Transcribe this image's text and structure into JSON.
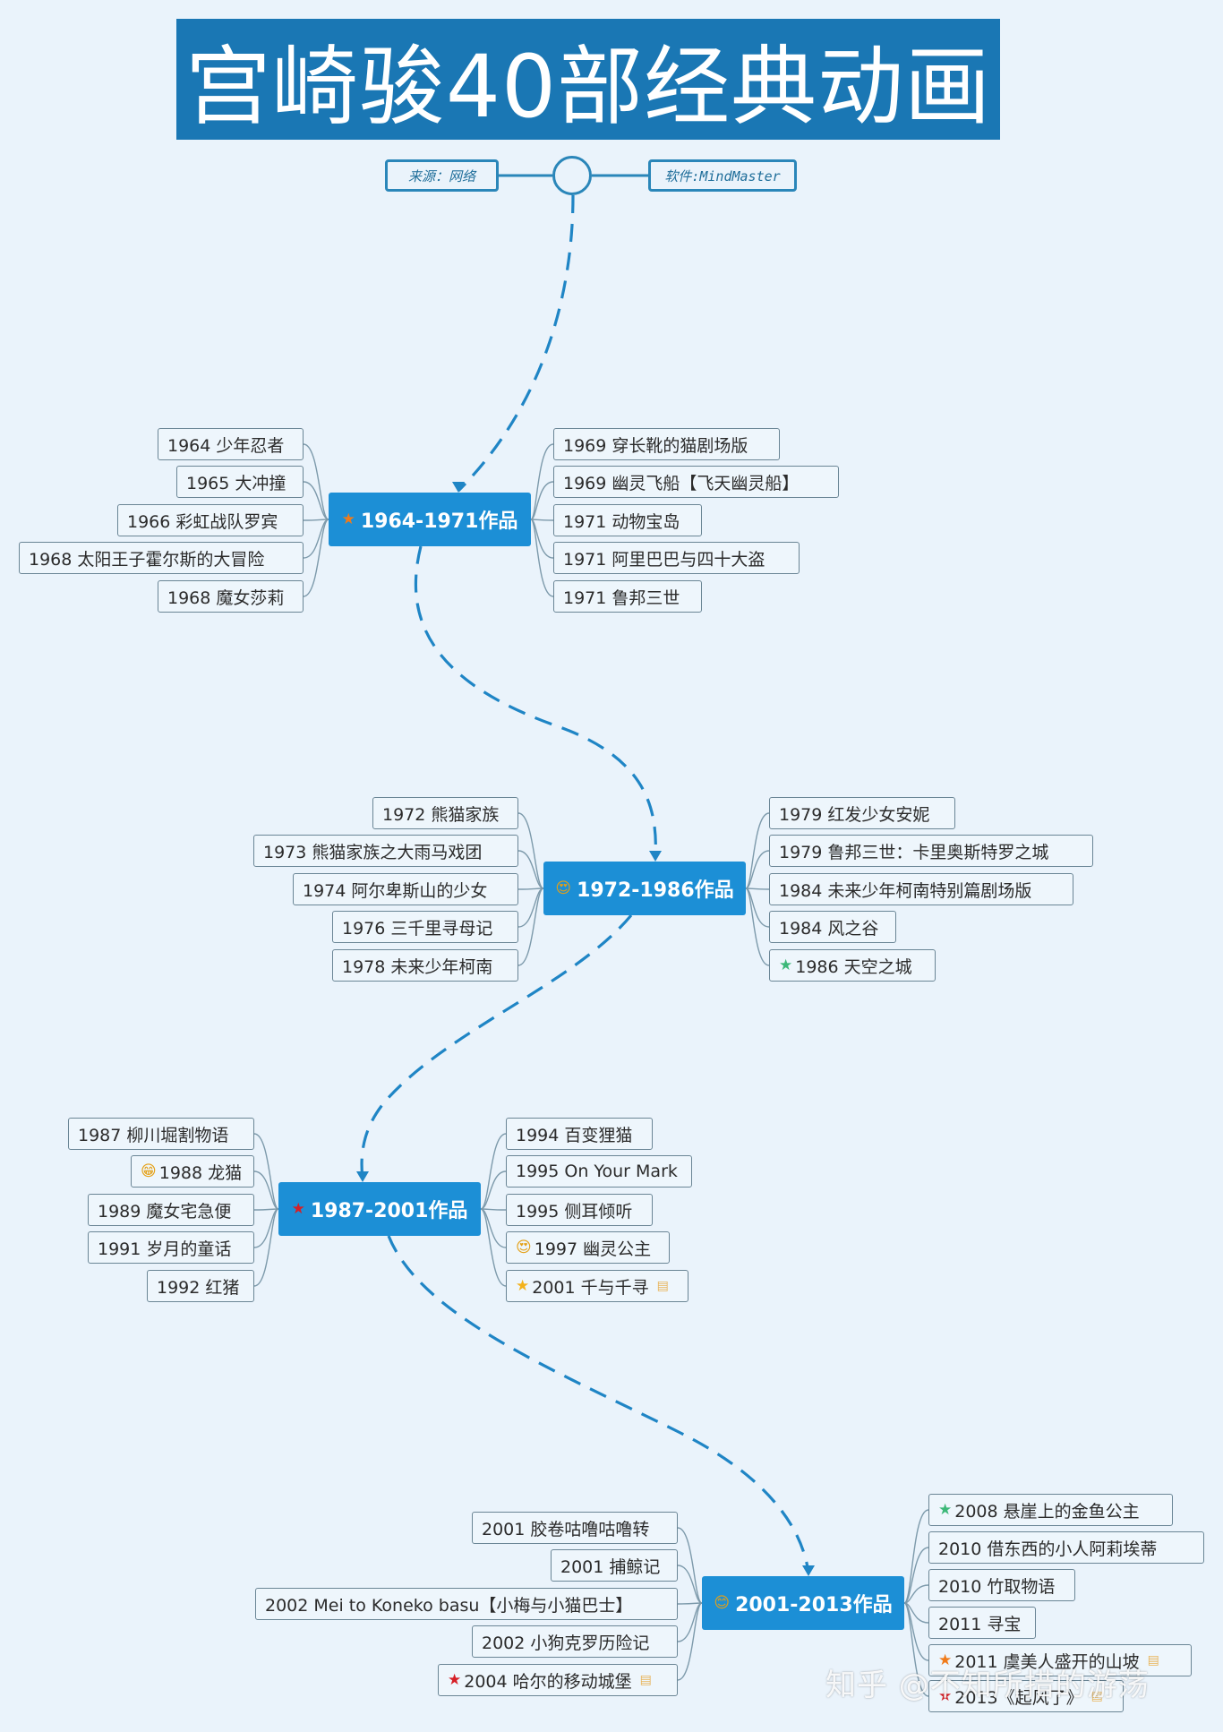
{
  "title": "宫崎骏40部经典动画",
  "meta": {
    "source": "来源：网络",
    "software": "软件:MindMaster"
  },
  "watermark": "知乎 @不知所措的游荡",
  "periods": [
    {
      "label": "1964-1971作品",
      "icon": "star-icon",
      "icon_color": "#f07b1a",
      "left": [
        {
          "text": "1964 少年忍者"
        },
        {
          "text": "1965 大冲撞"
        },
        {
          "text": "1966 彩虹战队罗宾"
        },
        {
          "text": "1968 太阳王子霍尔斯的大冒险"
        },
        {
          "text": "1968 魔女莎莉"
        }
      ],
      "right": [
        {
          "text": "1969 穿长靴的猫剧场版"
        },
        {
          "text": "1969 幽灵飞船【飞天幽灵船】"
        },
        {
          "text": "1971 动物宝岛"
        },
        {
          "text": "1971 阿里巴巴与四十大盗"
        },
        {
          "text": "1971 鲁邦三世"
        }
      ]
    },
    {
      "label": "1972-1986作品",
      "icon": "heart-eyes-emoji-icon",
      "icon_color": "#e4a016",
      "left": [
        {
          "text": "1972 熊猫家族"
        },
        {
          "text": "1973 熊猫家族之大雨马戏团"
        },
        {
          "text": "1974 阿尔卑斯山的少女"
        },
        {
          "text": "1976 三千里寻母记"
        },
        {
          "text": "1978 未来少年柯南"
        }
      ],
      "right": [
        {
          "text": "1979 红发少女安妮"
        },
        {
          "text": "1979 鲁邦三世：卡里奥斯特罗之城"
        },
        {
          "text": "1984 未来少年柯南特别篇剧场版"
        },
        {
          "text": "1984 风之谷"
        },
        {
          "text": "1986 天空之城",
          "icon": "star-icon",
          "icon_color": "#3cb878"
        }
      ]
    },
    {
      "label": "1987-2001作品",
      "icon": "star-icon",
      "icon_color": "#d61f26",
      "left": [
        {
          "text": "1987 柳川堀割物语"
        },
        {
          "text": "1988 龙猫",
          "icon": "grin-emoji-icon",
          "icon_color": "#e4a016"
        },
        {
          "text": "1989 魔女宅急便"
        },
        {
          "text": "1991 岁月的童话"
        },
        {
          "text": "1992 红猪"
        }
      ],
      "right": [
        {
          "text": "1994 百变狸猫"
        },
        {
          "text": "1995 On Your Mark"
        },
        {
          "text": "1995 侧耳倾听"
        },
        {
          "text": "1997 幽灵公主",
          "icon": "heart-eyes-emoji-icon",
          "icon_color": "#e4a016"
        },
        {
          "text": "2001 千与千寻",
          "icon": "star-icon",
          "icon_color": "#f3b21c",
          "note": true
        }
      ]
    },
    {
      "label": "2001-2013作品",
      "icon": "smile-emoji-icon",
      "icon_color": "#e4a016",
      "left": [
        {
          "text": "2001 胶卷咕噜咕噜转"
        },
        {
          "text": "2001 捕鲸记"
        },
        {
          "text": "2002 Mei to Koneko basu【小梅与小猫巴士】"
        },
        {
          "text": "2002 小狗克罗历险记"
        },
        {
          "text": "2004 哈尔的移动城堡",
          "icon": "star-icon",
          "icon_color": "#d61f26",
          "note": true
        }
      ],
      "right": [
        {
          "text": "2008 悬崖上的金鱼公主",
          "icon": "star-icon",
          "icon_color": "#3cb878"
        },
        {
          "text": "2010 借东西的小人阿莉埃蒂"
        },
        {
          "text": "2010 竹取物语"
        },
        {
          "text": "2011 寻宝"
        },
        {
          "text": "2011 虞美人盛开的山坡",
          "icon": "star-icon",
          "icon_color": "#f07b1a",
          "note": true
        },
        {
          "text": "2013《起风了》",
          "icon": "star-icon",
          "icon_color": "#d61f26",
          "note": true
        }
      ]
    }
  ]
}
